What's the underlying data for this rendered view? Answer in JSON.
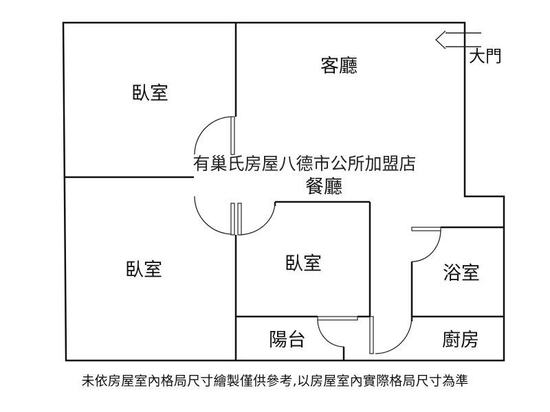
{
  "rooms": {
    "living_room": "客廳",
    "bedroom_top_left": "臥室",
    "bedroom_bottom_left": "臥室",
    "bedroom_center": "臥室",
    "dining_room": "餐廳",
    "bathroom": "浴室",
    "kitchen": "廚房",
    "balcony": "陽台"
  },
  "entrance": {
    "label": "大門",
    "arrow_icon": "arrow-left-icon"
  },
  "watermark": "有巢氏房屋八德市公所加盟店",
  "disclaimer": "未依房屋室內格局尺寸繪製僅供參考,以房屋室內實際格局尺寸為準",
  "colors": {
    "wall": "#111111",
    "background": "#ffffff"
  }
}
